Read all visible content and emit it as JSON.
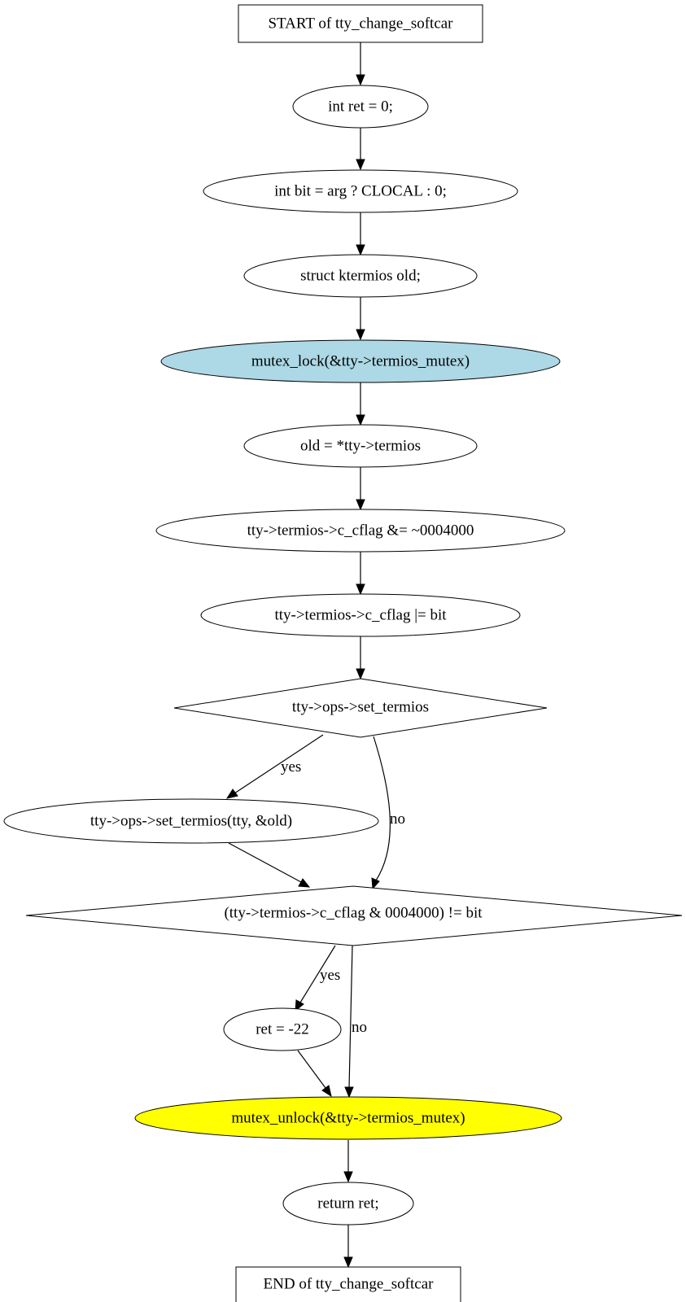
{
  "nodes": {
    "start": {
      "label": "START of tty_change_softcar"
    },
    "n_ret": {
      "label": "int ret = 0;"
    },
    "n_bit": {
      "label": "int bit = arg ? CLOCAL : 0;"
    },
    "n_old": {
      "label": "struct ktermios old;"
    },
    "n_lock": {
      "label": "mutex_lock(&tty->termios_mutex)",
      "fill": "#add8e6"
    },
    "n_assign": {
      "label": "old = *tty->termios"
    },
    "n_clear": {
      "label": "tty->termios->c_cflag &= ~0004000"
    },
    "n_set": {
      "label": "tty->termios->c_cflag |= bit"
    },
    "d_settermios": {
      "label": "tty->ops->set_termios"
    },
    "n_call": {
      "label": "tty->ops->set_termios(tty, &old)"
    },
    "d_cflag": {
      "label": "(tty->termios->c_cflag & 0004000) != bit"
    },
    "n_einval": {
      "label": "ret = -22"
    },
    "n_unlock": {
      "label": "mutex_unlock(&tty->termios_mutex)",
      "fill": "#ffff00"
    },
    "n_return": {
      "label": "return ret;"
    },
    "end": {
      "label": "END of tty_change_softcar"
    }
  },
  "edge_labels": {
    "settermios_yes": "yes",
    "settermios_no": "no",
    "cflag_yes": "yes",
    "cflag_no": "no"
  }
}
